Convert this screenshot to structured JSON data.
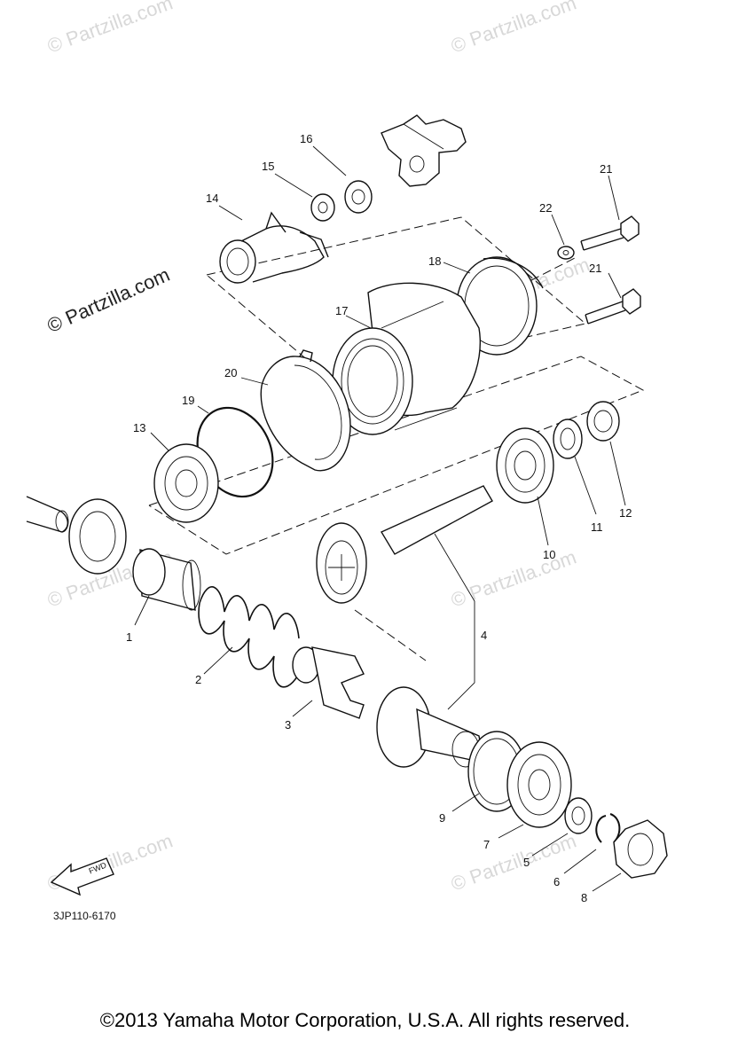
{
  "diagram_code": "3JP110-6170",
  "copyright": "©2013  Yamaha Motor Corporation, U.S.A. All rights reserved.",
  "watermarks": {
    "main": "© Partzilla.com",
    "repeat": "© Partzilla.com"
  },
  "fwd_label": "FWD",
  "parts": [
    {
      "id": "p1",
      "label": "1"
    },
    {
      "id": "p2",
      "label": "2"
    },
    {
      "id": "p3",
      "label": "3"
    },
    {
      "id": "p4",
      "label": "4"
    },
    {
      "id": "p5",
      "label": "5"
    },
    {
      "id": "p6",
      "label": "6"
    },
    {
      "id": "p7",
      "label": "7"
    },
    {
      "id": "p8",
      "label": "8"
    },
    {
      "id": "p9",
      "label": "9"
    },
    {
      "id": "p10",
      "label": "10"
    },
    {
      "id": "p11",
      "label": "11"
    },
    {
      "id": "p12",
      "label": "12"
    },
    {
      "id": "p13",
      "label": "13"
    },
    {
      "id": "p14",
      "label": "14"
    },
    {
      "id": "p15",
      "label": "15"
    },
    {
      "id": "p16",
      "label": "16"
    },
    {
      "id": "p17",
      "label": "17"
    },
    {
      "id": "p18",
      "label": "18"
    },
    {
      "id": "p19",
      "label": "19"
    },
    {
      "id": "p20",
      "label": "20"
    },
    {
      "id": "p21a",
      "label": "21"
    },
    {
      "id": "p21b",
      "label": "21"
    },
    {
      "id": "p22",
      "label": "22"
    }
  ]
}
